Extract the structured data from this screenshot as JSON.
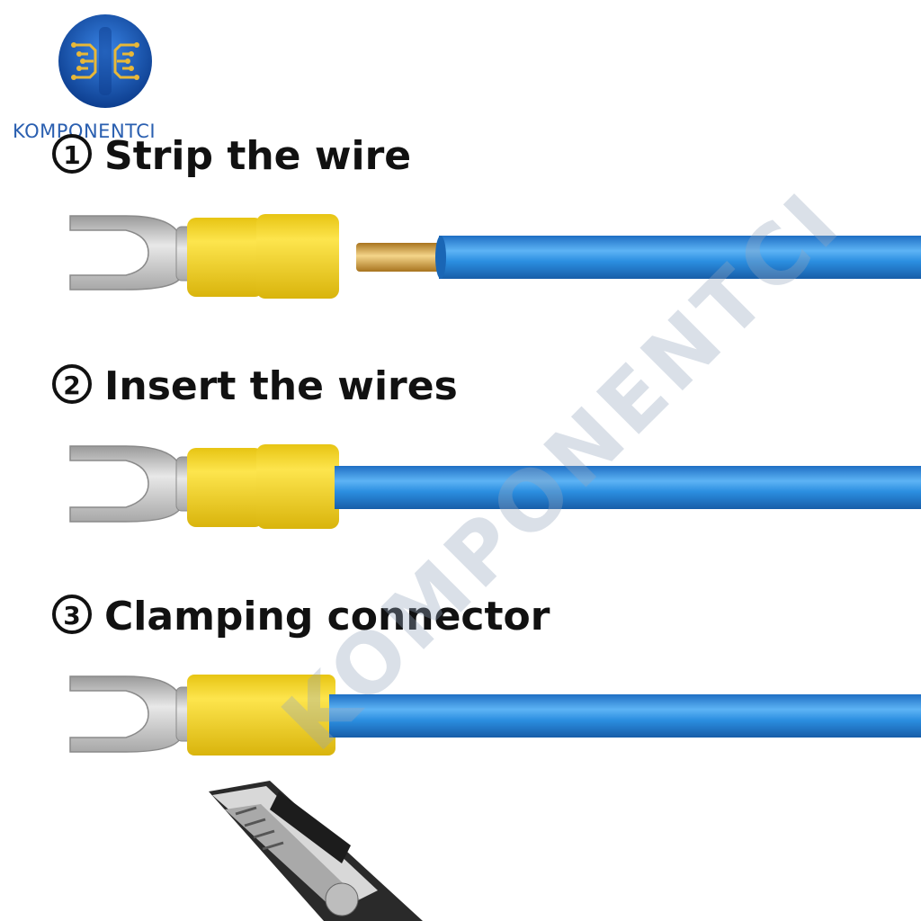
{
  "brand": {
    "logo_text": "KOMPONENTCI",
    "watermark_text": "KOMPONENTCI",
    "logo_color": "#1d57b8"
  },
  "steps": [
    {
      "number": "1",
      "title": "Strip the wire"
    },
    {
      "number": "2",
      "title": "Insert the wires"
    },
    {
      "number": "3",
      "title": "Clamping connector"
    }
  ],
  "colors": {
    "wire": "#2b8ee0",
    "connector": "#f5d21c",
    "copper": "#d9a441",
    "metal": "#c9c9c9"
  },
  "icons": [
    "spade-terminal-icon",
    "stripped-wire-icon",
    "crimping-plier-icon",
    "circuit-logo-icon"
  ]
}
